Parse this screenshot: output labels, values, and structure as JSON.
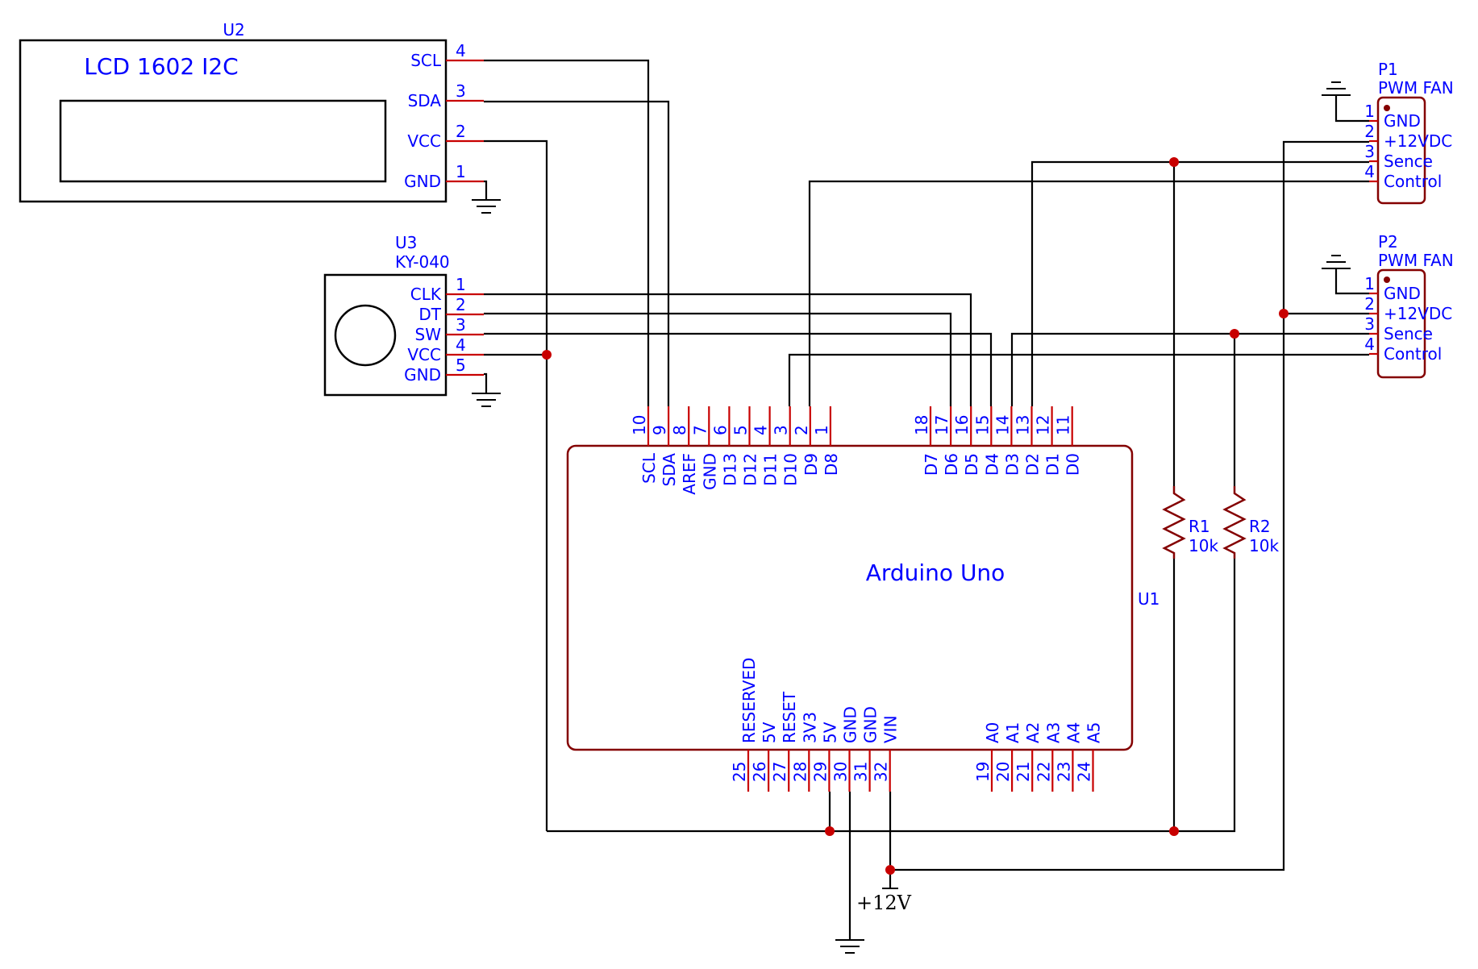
{
  "colors": {
    "wire": "#000000",
    "body": "#840000",
    "text": "#0000ff",
    "junction": "#c80000",
    "pin": "#c80000"
  },
  "u2": {
    "ref": "U2",
    "title": "LCD 1602 I2C",
    "pins": [
      {
        "name": "SCL",
        "num": "4"
      },
      {
        "name": "SDA",
        "num": "3"
      },
      {
        "name": "VCC",
        "num": "2"
      },
      {
        "name": "GND",
        "num": "1"
      }
    ]
  },
  "u3": {
    "ref": "U3",
    "value": "KY-040",
    "pins": [
      {
        "name": "CLK",
        "num": "1"
      },
      {
        "name": "DT",
        "num": "2"
      },
      {
        "name": "SW",
        "num": "3"
      },
      {
        "name": "VCC",
        "num": "4"
      },
      {
        "name": "GND",
        "num": "5"
      }
    ]
  },
  "u1": {
    "ref": "U1",
    "title": "Arduino Uno",
    "top_left_pins": [
      {
        "num": "10",
        "name": "SCL"
      },
      {
        "num": "9",
        "name": "SDA"
      },
      {
        "num": "8",
        "name": "AREF"
      },
      {
        "num": "7",
        "name": "GND"
      },
      {
        "num": "6",
        "name": "D13"
      },
      {
        "num": "5",
        "name": "D12"
      },
      {
        "num": "4",
        "name": "D11"
      },
      {
        "num": "3",
        "name": "D10"
      },
      {
        "num": "2",
        "name": "D9"
      },
      {
        "num": "1",
        "name": "D8"
      }
    ],
    "top_right_pins": [
      {
        "num": "18",
        "name": "D7"
      },
      {
        "num": "17",
        "name": "D6"
      },
      {
        "num": "16",
        "name": "D5"
      },
      {
        "num": "15",
        "name": "D4"
      },
      {
        "num": "14",
        "name": "D3"
      },
      {
        "num": "13",
        "name": "D2"
      },
      {
        "num": "12",
        "name": "D1"
      },
      {
        "num": "11",
        "name": "D0"
      }
    ],
    "bottom_left_pins": [
      {
        "num": "25",
        "name": "RESERVED"
      },
      {
        "num": "26",
        "name": "5V"
      },
      {
        "num": "27",
        "name": "RESET"
      },
      {
        "num": "28",
        "name": "3V3"
      },
      {
        "num": "29",
        "name": "5V"
      },
      {
        "num": "30",
        "name": "GND"
      },
      {
        "num": "31",
        "name": "GND"
      },
      {
        "num": "32",
        "name": "VIN"
      }
    ],
    "bottom_right_pins": [
      {
        "num": "19",
        "name": "A0"
      },
      {
        "num": "20",
        "name": "A1"
      },
      {
        "num": "21",
        "name": "A2"
      },
      {
        "num": "22",
        "name": "A3"
      },
      {
        "num": "23",
        "name": "A4"
      },
      {
        "num": "24",
        "name": "A5"
      }
    ]
  },
  "p1": {
    "ref": "P1",
    "value": "PWM FAN",
    "pins": [
      {
        "num": "1",
        "name": "GND"
      },
      {
        "num": "2",
        "name": "+12VDC"
      },
      {
        "num": "3",
        "name": "Sence"
      },
      {
        "num": "4",
        "name": "Control"
      }
    ]
  },
  "p2": {
    "ref": "P2",
    "value": "PWM FAN",
    "pins": [
      {
        "num": "1",
        "name": "GND"
      },
      {
        "num": "2",
        "name": "+12VDC"
      },
      {
        "num": "3",
        "name": "Sence"
      },
      {
        "num": "4",
        "name": "Control"
      }
    ]
  },
  "r1": {
    "ref": "R1",
    "value": "10k"
  },
  "r2": {
    "ref": "R2",
    "value": "10k"
  },
  "power": {
    "label": "+12V"
  }
}
